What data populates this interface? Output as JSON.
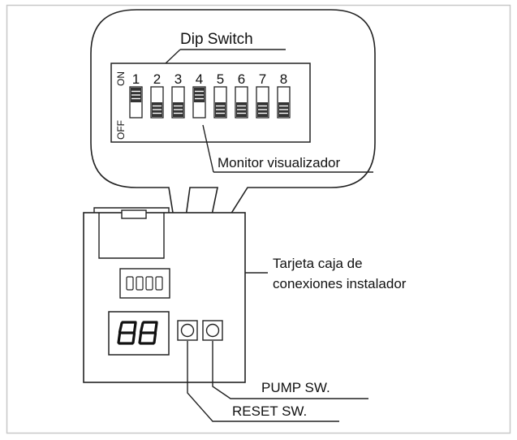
{
  "labels": {
    "dip_switch": "Dip Switch",
    "on": "ON",
    "off": "OFF",
    "monitor": "Monitor visualizador",
    "board_line1": "Tarjeta caja de",
    "board_line2": "conexiones instalador",
    "pump": "PUMP SW.",
    "reset": "RESET SW.",
    "display": "88"
  },
  "switches": [
    {
      "number": "1",
      "position": "on"
    },
    {
      "number": "2",
      "position": "off"
    },
    {
      "number": "3",
      "position": "off"
    },
    {
      "number": "4",
      "position": "on"
    },
    {
      "number": "5",
      "position": "off"
    },
    {
      "number": "6",
      "position": "off"
    },
    {
      "number": "7",
      "position": "off"
    },
    {
      "number": "8",
      "position": "off"
    }
  ],
  "colors": {
    "line": "#222222",
    "frame": "#c8c8c8",
    "text": "#111111"
  }
}
